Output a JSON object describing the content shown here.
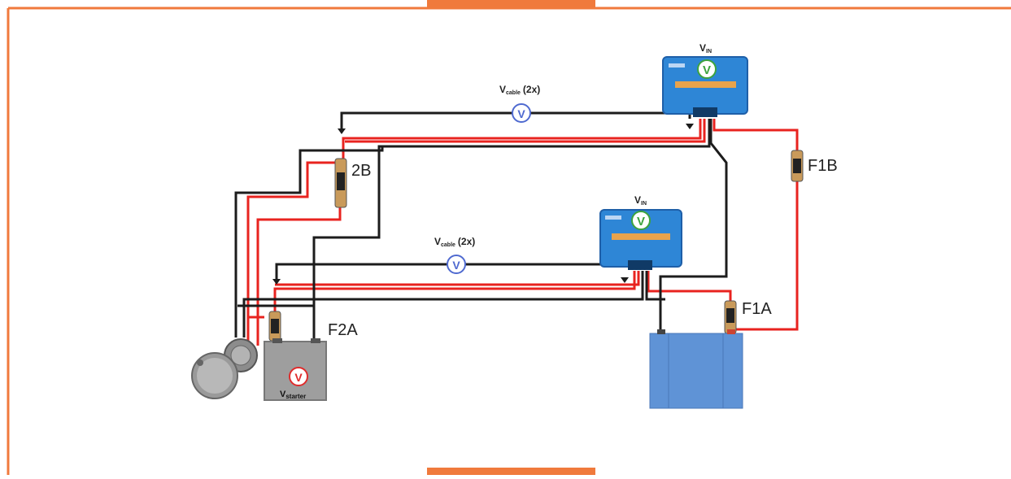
{
  "colors": {
    "frame": "#f07a3c",
    "wire_positive": "#e8231f",
    "wire_negative": "#1c1c1c",
    "controller": "#2e86d6",
    "battery": "#5f93d6",
    "starter_battery": "#9e9e9e",
    "meter_v_blue": "#4f6ad0",
    "meter_v_green": "#3da33d",
    "meter_v_red": "#e02b2b"
  },
  "controller_top": {
    "vin_main": "V",
    "vin_sub": "IN",
    "meter_symbol": "V"
  },
  "controller_bottom": {
    "vin_main": "V",
    "vin_sub": "IN",
    "meter_symbol": "V"
  },
  "cable_meter_top": {
    "main": "V",
    "sub": "cable",
    "suffix": "(2x)",
    "symbol": "V"
  },
  "cable_meter_bottom": {
    "main": "V",
    "sub": "cable",
    "suffix": "(2x)",
    "symbol": "V"
  },
  "starter_meter": {
    "main": "V",
    "sub": "starter",
    "symbol": "V"
  },
  "fuses": {
    "f1b": "F1B",
    "f1a": "F1A",
    "f2a": "F2A",
    "f2b": "2B"
  },
  "icons": [
    "alternator-icon",
    "starter-battery-icon",
    "house-battery-icon",
    "voltmeter-icon",
    "fuse-icon",
    "mppt-controller-icon"
  ]
}
